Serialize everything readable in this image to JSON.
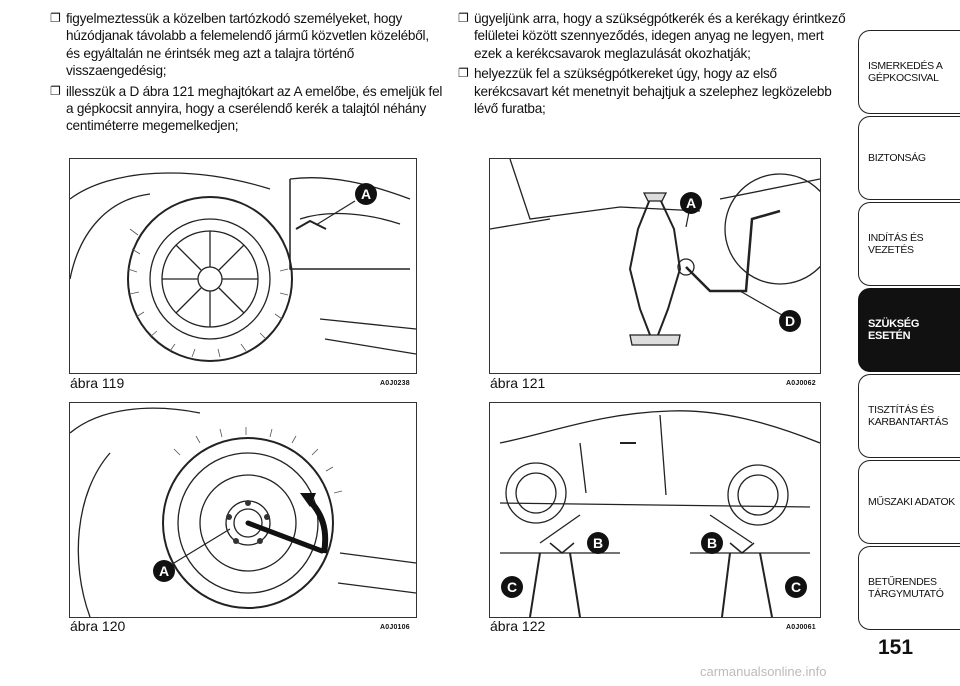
{
  "left_column": [
    {
      "mark": "❐",
      "text": "figyelmeztessük a közelben tartózkodó személyeket, hogy húzódjanak távolabb a felemelendő jármű közvetlen közeléből, és egyáltalán ne érintsék meg azt a talajra történő visszaengedésig;"
    },
    {
      "mark": "❐",
      "text": "illesszük a D ábra 121 meghajtókart az A emelőbe, és emeljük fel a gépkocsit annyira, hogy a cserélendő kerék a talajtól néhány centiméterre megemelkedjen;"
    }
  ],
  "right_column": [
    {
      "mark": "❐",
      "text": "ügyeljünk arra, hogy a szükségpótkerék és a kerékagy érintkező felületei között szennyeződés, idegen anyag ne legyen, mert ezek a kerékcsavarok meglazulását okozhatják;"
    },
    {
      "mark": "❐",
      "text": "helyezzük fel a szükségpótkereket úgy, hogy az első kerékcsavart két menetnyit behajtjuk a szelephez legközelebb lévő furatba;"
    }
  ],
  "figures": {
    "fig119": {
      "caption": "ábra 119",
      "code": "A0J0238",
      "labels": {
        "a": "A"
      }
    },
    "fig120": {
      "caption": "ábra 120",
      "code": "A0J0106",
      "labels": {
        "a": "A"
      }
    },
    "fig121": {
      "caption": "ábra 121",
      "code": "A0J0062",
      "labels": {
        "a": "A",
        "d": "D"
      }
    },
    "fig122": {
      "caption": "ábra 122",
      "code": "A0J0061",
      "labels": {
        "b1": "B",
        "c1": "C",
        "b2": "B",
        "c2": "C"
      }
    }
  },
  "tabs": [
    {
      "label": "ISMERKEDÉS A GÉPKOCSIVAL",
      "active": false
    },
    {
      "label": "BIZTONSÁG",
      "active": false
    },
    {
      "label": "INDÍTÁS ÉS VEZETÉS",
      "active": false
    },
    {
      "label": "SZÜKSÉG ESETÉN",
      "active": true
    },
    {
      "label": "TISZTÍTÁS ÉS KARBANTARTÁS",
      "active": false
    },
    {
      "label": "MŰSZAKI ADATOK",
      "active": false
    },
    {
      "label": "BETŰRENDES TÁRGYMUTATÓ",
      "active": false
    }
  ],
  "page_number": "151",
  "watermark": "carmanualsonline.info"
}
